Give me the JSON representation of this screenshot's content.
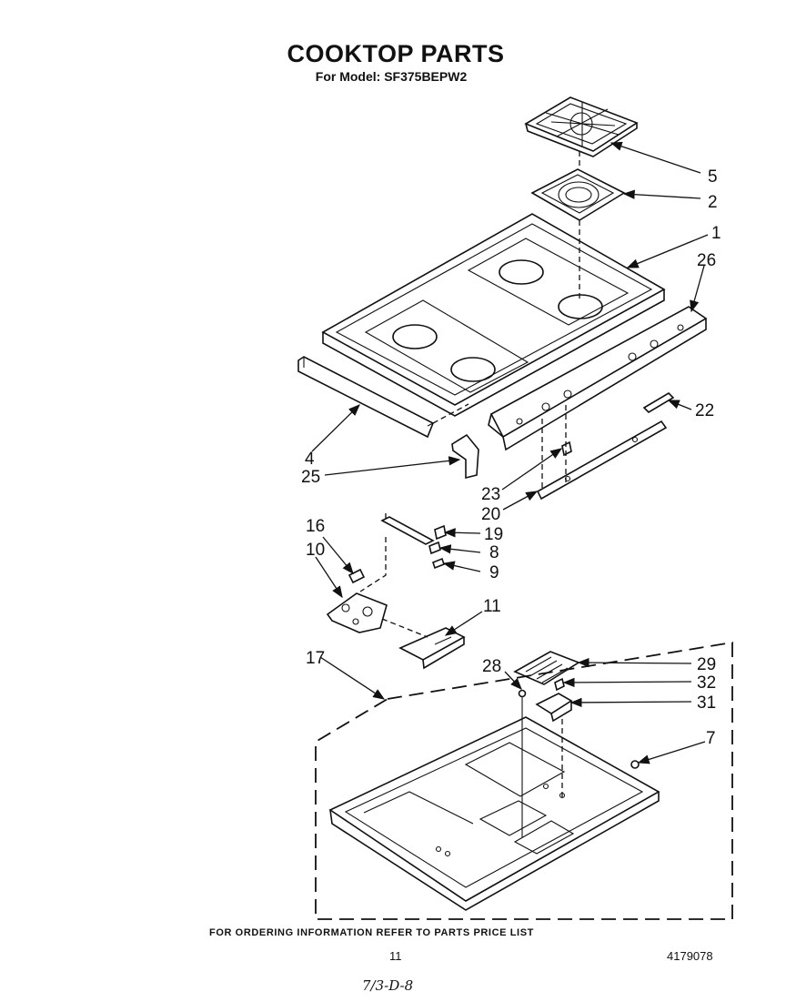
{
  "header": {
    "title": "COOKTOP PARTS",
    "model": "For Model: SF375BEPW2"
  },
  "parts": {
    "p1": "1",
    "p2": "2",
    "p4": "4",
    "p5": "5",
    "p7": "7",
    "p8": "8",
    "p9": "9",
    "p10": "10",
    "p11": "11",
    "p16": "16",
    "p17": "17",
    "p19": "19",
    "p20": "20",
    "p22": "22",
    "p23": "23",
    "p25": "25",
    "p26": "26",
    "p28": "28",
    "p29": "29",
    "p31": "31",
    "p32": "32"
  },
  "footer": {
    "ordering_note": "FOR ORDERING INFORMATION REFER TO PARTS PRICE LIST",
    "page_number": "11",
    "document_number": "4179078",
    "handwritten_note": "7/3-D-8"
  }
}
